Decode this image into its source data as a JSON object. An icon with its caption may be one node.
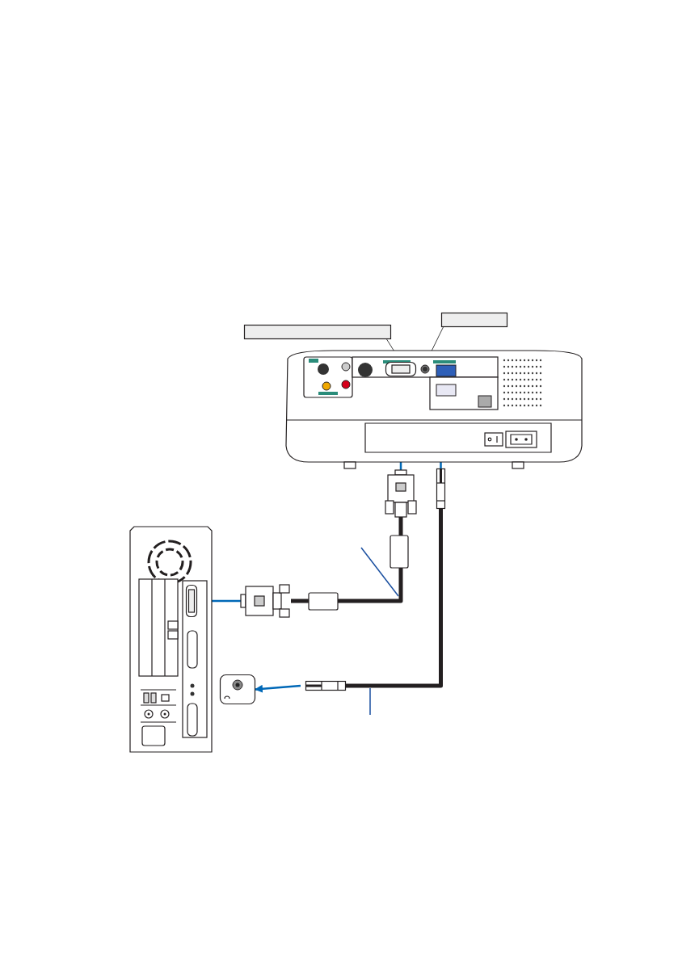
{
  "diagram": {
    "nodes": [
      {
        "text": [],
        "shape": "box"
      },
      {
        "text": [],
        "shape": "box"
      },
      {
        "text": [],
        "shape": "picture"
      },
      {
        "text": [],
        "shape": "box",
        "in": 2
      },
      {
        "text": [],
        "shape": "circle",
        "in": 2
      },
      {
        "text": [],
        "shape": "picture"
      },
      {
        "text": [],
        "shape": "box"
      },
      {
        "text": [],
        "shape": "picture"
      },
      {
        "text": [],
        "shape": "box",
        "in": 7
      },
      {
        "text": [],
        "shape": "picture"
      },
      {
        "text": [],
        "shape": "box"
      },
      {
        "text": [],
        "shape": "box"
      }
    ],
    "edges": [
      {
        "from": 0,
        "to": 3,
        "arrow": "none",
        "color": "#444444"
      },
      {
        "from": 1,
        "to": 4,
        "arrow": "none",
        "color": "#444444"
      },
      {
        "from": 5,
        "to": 3,
        "arrow": "to"
      },
      {
        "from": 6,
        "to": 4,
        "arrow": "to"
      },
      {
        "from": 9,
        "to": 8,
        "arrow": "to"
      },
      {
        "from": 11,
        "to": 10,
        "arrow": "to"
      },
      {
        "from": 5,
        "to": 9,
        "arrow": "none",
        "style": "thick",
        "color": "#231f20"
      },
      {
        "from": 6,
        "to": 11,
        "arrow": "none",
        "style": "thick",
        "color": "#231f20"
      }
    ]
  }
}
